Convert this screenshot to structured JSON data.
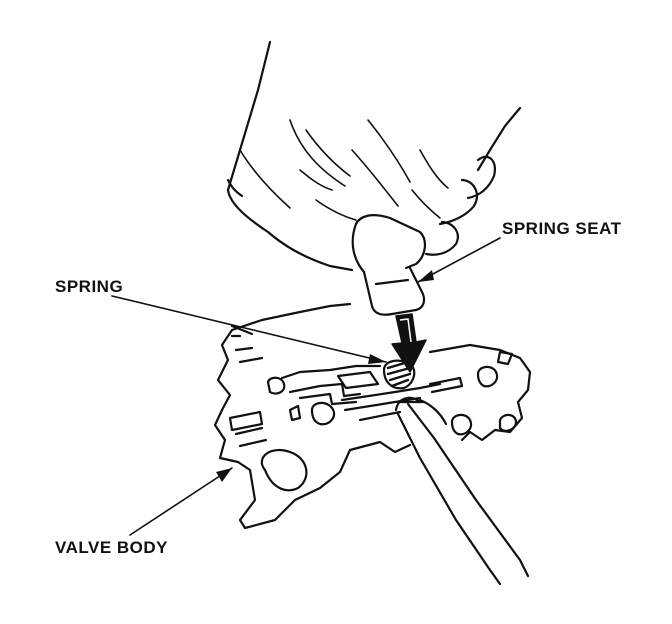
{
  "labels": {
    "spring_seat": "SPRING SEAT",
    "spring": "SPRING",
    "valve_body": "VALVE BODY"
  },
  "icons": {
    "hand": "hand-icon",
    "screwdriver": "screwdriver-icon",
    "arrow": "arrow-down-icon"
  }
}
